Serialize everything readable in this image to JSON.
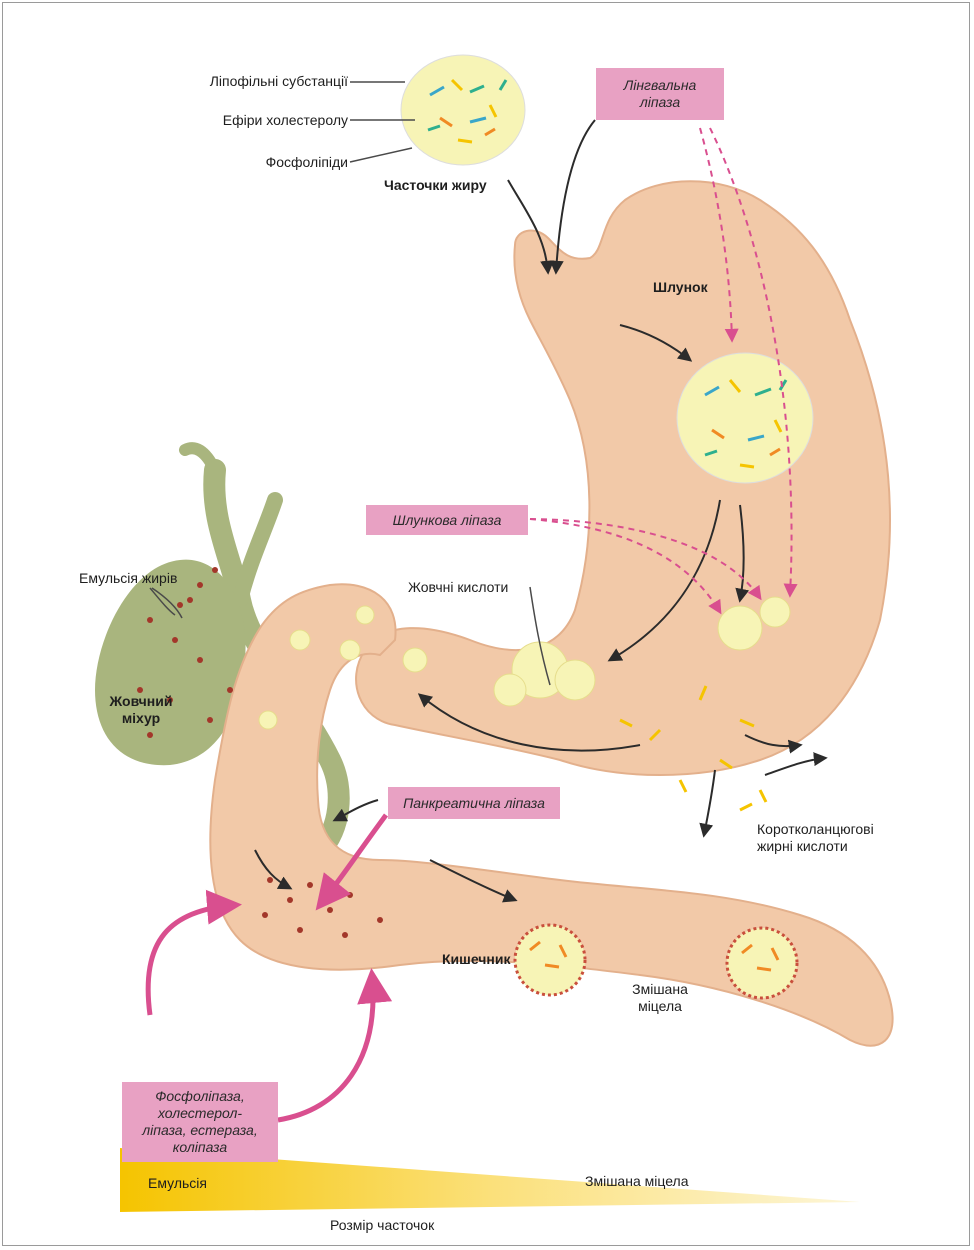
{
  "labels": {
    "lipophilic": "Ліпофільні субстанції",
    "cholesterol_esters": "Ефіри холестеролу",
    "phospholipids": "Фосфоліпіди",
    "fat_particles": "Часточки жиру",
    "stomach": "Шлунок",
    "bile_acids": "Жовчні кислоти",
    "fat_emulsion": "Емульсія жирів",
    "gallbladder_line1": "Жовчний",
    "gallbladder_line2": "міхур",
    "intestine": "Кишечник",
    "mixed_micelle_line1": "Змішана",
    "mixed_micelle_line2": "міцела",
    "short_chain_line1": "Коротколанцюгові",
    "short_chain_line2": "жирні кислоти"
  },
  "enzymes": {
    "lingual_line1": "Лінгвальна",
    "lingual_line2": "ліпаза",
    "gastric": "Шлункова ліпаза",
    "pancreatic": "Панкреатична ліпаза",
    "others_line1": "Фосфоліпаза,",
    "others_line2": "холестерол-",
    "others_line3": "ліпаза, естераза,",
    "others_line4": "коліпаза"
  },
  "gradient_bar": {
    "left_label": "Емульсія",
    "right_label": "Змішана міцела",
    "axis_label": "Розмір часточок"
  },
  "colors": {
    "organ": "#f2c9a8",
    "organ_stroke": "#e3b08c",
    "gallbladder": "#a9b57e",
    "fat_globule": "#f7f4b6",
    "enzyme_box": "#e8a1c3",
    "gradient_start": "#f5c400",
    "gradient_end": "#fdf6d8"
  }
}
